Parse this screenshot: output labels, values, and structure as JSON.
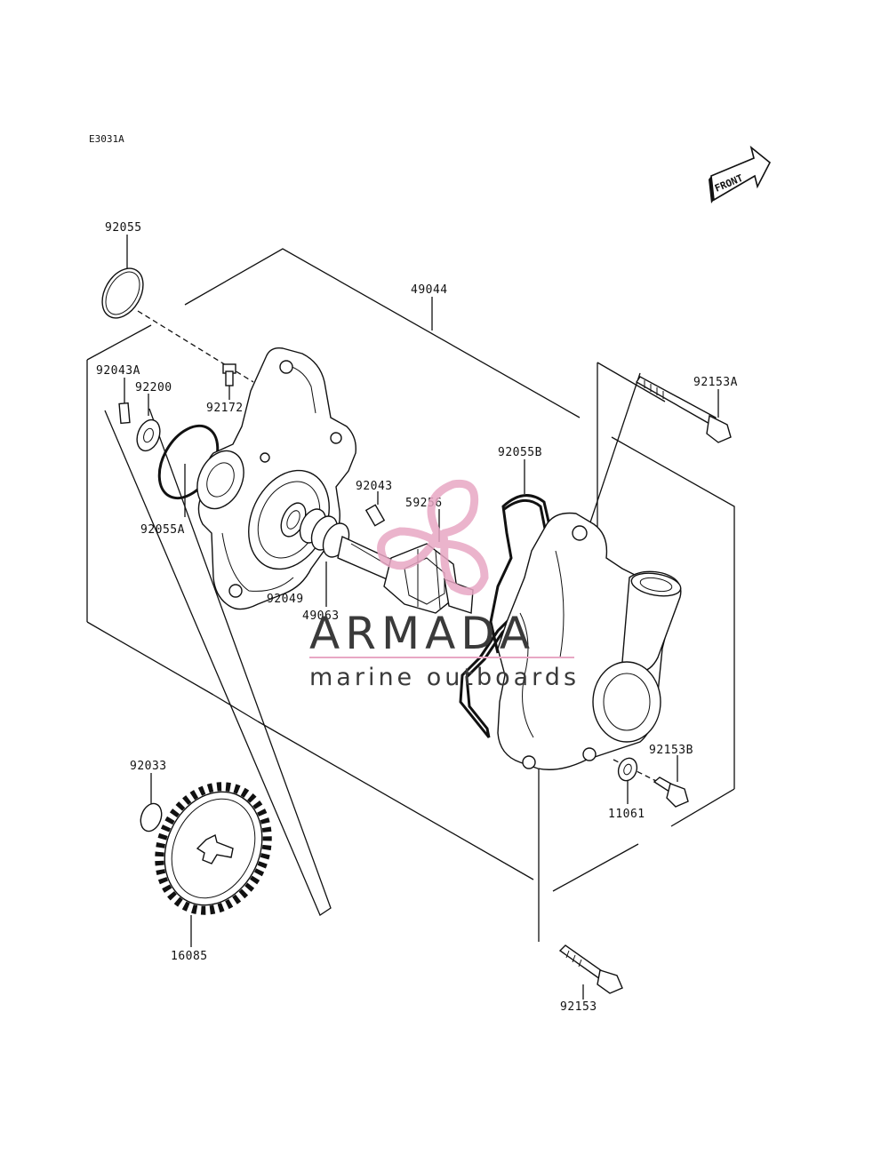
{
  "diagram": {
    "code": "E3031A",
    "front_label": "FRONT",
    "parts": [
      {
        "id": "92055",
        "label": "92055"
      },
      {
        "id": "49044",
        "label": "49044"
      },
      {
        "id": "92043A",
        "label": "92043A"
      },
      {
        "id": "92200",
        "label": "92200"
      },
      {
        "id": "92172",
        "label": "92172"
      },
      {
        "id": "92153A",
        "label": "92153A"
      },
      {
        "id": "92055B",
        "label": "92055B"
      },
      {
        "id": "92043",
        "label": "92043"
      },
      {
        "id": "59256",
        "label": "59256"
      },
      {
        "id": "92055A",
        "label": "92055A"
      },
      {
        "id": "92049",
        "label": "92049"
      },
      {
        "id": "49063",
        "label": "49063"
      },
      {
        "id": "92153B",
        "label": "92153B"
      },
      {
        "id": "92033",
        "label": "92033"
      },
      {
        "id": "11061",
        "label": "11061"
      },
      {
        "id": "16085",
        "label": "16085"
      },
      {
        "id": "92153",
        "label": "92153"
      }
    ]
  },
  "watermark": {
    "brand": "ARMADA",
    "tagline": "marine outboards",
    "accent_color": "#e8a7c4"
  }
}
